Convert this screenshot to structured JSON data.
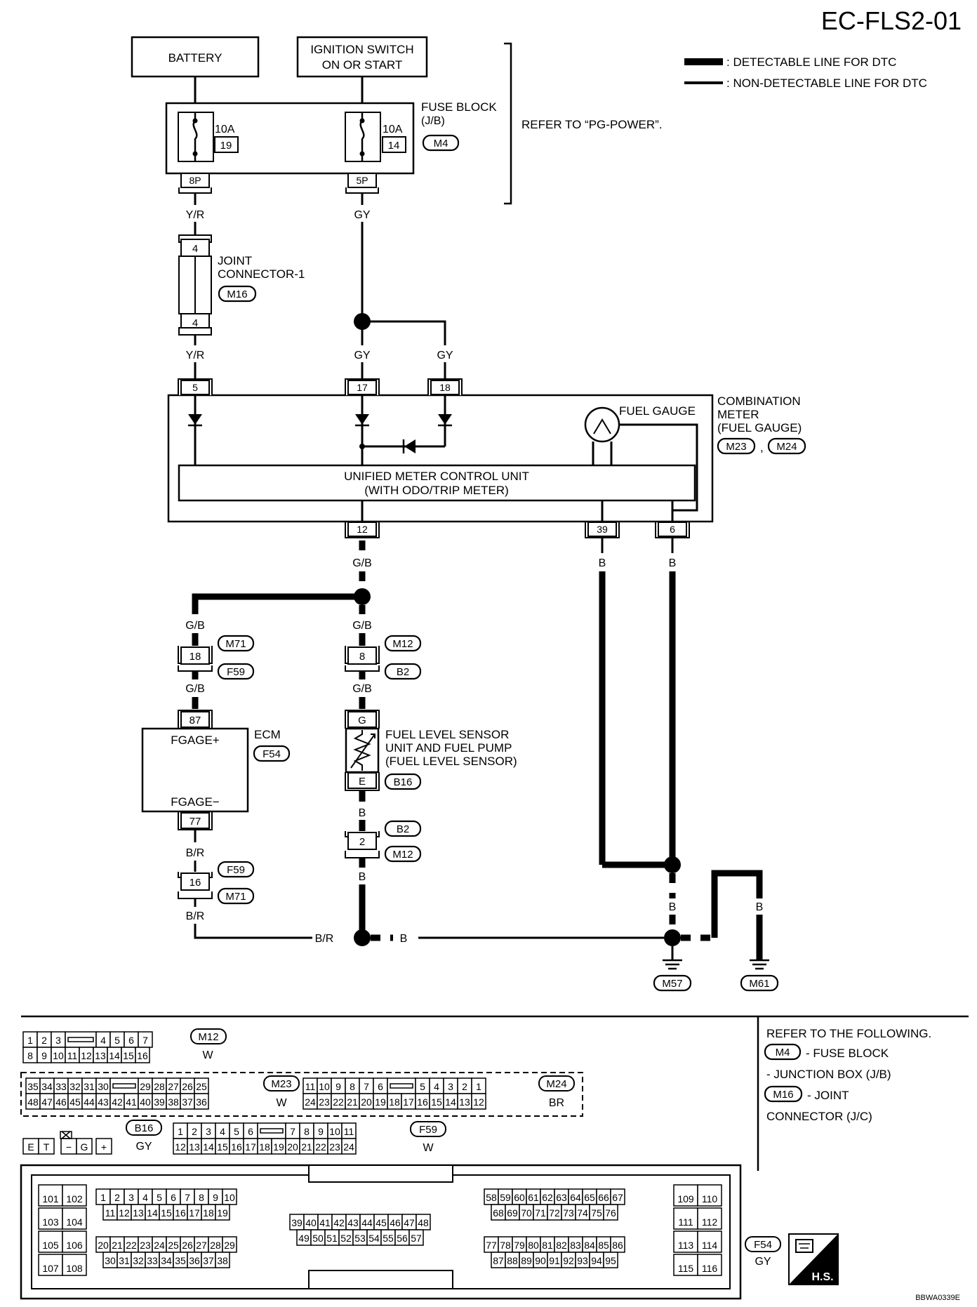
{
  "page": {
    "code": "EC-FLS2-01",
    "image_id": "BBWA0339E"
  },
  "legend": {
    "detectable": ": DETECTABLE LINE FOR DTC",
    "non_detectable": ": NON-DETECTABLE LINE FOR DTC"
  },
  "power": {
    "battery": "BATTERY",
    "ignition_l1": "IGNITION SWITCH",
    "ignition_l2": "ON OR START",
    "fuse_block_l1": "FUSE BLOCK",
    "fuse_block_l2": "(J/B)",
    "fuse_block_conn": "M4",
    "refer_power": "REFER TO “PG-POWER”.",
    "fuse1_amp": "10A",
    "fuse1_num": "19",
    "fuse2_amp": "10A",
    "fuse2_num": "14",
    "fuse1_pin": "8P",
    "fuse2_pin": "5P"
  },
  "wires": {
    "yr": "Y/R",
    "gy": "GY",
    "gb": "G/B",
    "b": "B",
    "br": "B/R"
  },
  "joint": {
    "label_l1": "JOINT",
    "label_l2": "CONNECTOR-1",
    "conn": "M16",
    "pin_top": "4",
    "pin_bottom": "4"
  },
  "meter": {
    "label_l1": "COMBINATION",
    "label_l2": "METER",
    "label_l3": "(FUEL GAUGE)",
    "conn1": "M23",
    "sep": ",",
    "conn2": "M24",
    "fuel_gauge": "FUEL GAUGE",
    "unit_l1": "UNIFIED METER CONTROL UNIT",
    "unit_l2": "(WITH ODO/TRIP METER)",
    "pin_5": "5",
    "pin_17": "17",
    "pin_18": "18",
    "pin_12": "12",
    "pin_39": "39",
    "pin_6": "6"
  },
  "harness": {
    "m71": "M71",
    "f59": "F59",
    "m12": "M12",
    "b2": "B2",
    "pin_18": "18",
    "pin_8": "8",
    "pin_2": "2",
    "pin_16": "16"
  },
  "ecm": {
    "label": "ECM",
    "conn": "F54",
    "fgage_plus": "FGAGE+",
    "fgage_minus": "FGAGE−",
    "pin_87": "87",
    "pin_77": "77"
  },
  "sensor": {
    "label_l1": "FUEL LEVEL SENSOR",
    "label_l2": "UNIT AND FUEL PUMP",
    "label_l3": "(FUEL LEVEL SENSOR)",
    "conn": "B16",
    "pin_g": "G",
    "pin_e": "E"
  },
  "grounds": {
    "m57": "M57",
    "m61": "M61"
  },
  "connectors": {
    "m12": {
      "name": "M12",
      "color": "W",
      "top": [
        "1",
        "2",
        "3",
        "",
        "4",
        "5",
        "6",
        "7"
      ],
      "bottom": [
        "8",
        "9",
        "10",
        "11",
        "12",
        "13",
        "14",
        "15",
        "16"
      ]
    },
    "m23": {
      "name": "M23",
      "color": "W",
      "top": [
        "35",
        "34",
        "33",
        "32",
        "31",
        "30",
        "",
        "29",
        "28",
        "27",
        "26",
        "25"
      ],
      "bottom": [
        "48",
        "47",
        "46",
        "45",
        "44",
        "43",
        "42",
        "41",
        "40",
        "39",
        "38",
        "37",
        "36"
      ]
    },
    "m24": {
      "name": "M24",
      "color": "BR",
      "top": [
        "11",
        "10",
        "9",
        "8",
        "7",
        "6",
        "",
        "5",
        "4",
        "3",
        "2",
        "1"
      ],
      "bottom": [
        "24",
        "23",
        "22",
        "21",
        "20",
        "19",
        "18",
        "17",
        "16",
        "15",
        "14",
        "13",
        "12"
      ]
    },
    "b16": {
      "name": "B16",
      "color": "GY",
      "pins": [
        "E",
        "T",
        "−",
        "G",
        "+"
      ]
    },
    "f59": {
      "name": "F59",
      "color": "W",
      "top": [
        "1",
        "2",
        "3",
        "4",
        "5",
        "6",
        "",
        "7",
        "8",
        "9",
        "10",
        "11"
      ],
      "bottom": [
        "12",
        "13",
        "14",
        "15",
        "16",
        "17",
        "18",
        "19",
        "20",
        "21",
        "22",
        "23",
        "24"
      ]
    },
    "f54": {
      "name": "F54",
      "color": "GY",
      "left_a": [
        "101",
        "102",
        "103",
        "104",
        "105",
        "106",
        "107",
        "108"
      ],
      "row1": [
        "1",
        "2",
        "3",
        "4",
        "5",
        "6",
        "7",
        "8",
        "9",
        "10"
      ],
      "row2": [
        "11",
        "12",
        "13",
        "14",
        "15",
        "16",
        "17",
        "18",
        "19"
      ],
      "row3": [
        "20",
        "21",
        "22",
        "23",
        "24",
        "25",
        "26",
        "27",
        "28",
        "29"
      ],
      "row4": [
        "30",
        "31",
        "32",
        "33",
        "34",
        "35",
        "36",
        "37",
        "38"
      ],
      "mid_top": [
        "39",
        "40",
        "41",
        "42",
        "43",
        "44",
        "45",
        "46",
        "47",
        "48"
      ],
      "mid_bottom": [
        "49",
        "50",
        "51",
        "52",
        "53",
        "54",
        "55",
        "56",
        "57"
      ],
      "row5": [
        "58",
        "59",
        "60",
        "61",
        "62",
        "63",
        "64",
        "65",
        "66",
        "67"
      ],
      "row6": [
        "68",
        "69",
        "70",
        "71",
        "72",
        "73",
        "74",
        "75",
        "76"
      ],
      "row7": [
        "77",
        "78",
        "79",
        "80",
        "81",
        "82",
        "83",
        "84",
        "85",
        "86"
      ],
      "row8": [
        "87",
        "88",
        "89",
        "90",
        "91",
        "92",
        "93",
        "94",
        "95"
      ],
      "right_a": [
        "109",
        "110",
        "111",
        "112",
        "113",
        "114",
        "115",
        "116"
      ]
    },
    "hs": "H.S."
  },
  "refer": {
    "title": "REFER TO THE FOLLOWING.",
    "m4": "M4",
    "m4_text": "- FUSE BLOCK",
    "m4_text2": "- JUNCTION BOX (J/B)",
    "m16": "M16",
    "m16_text": "- JOINT",
    "m16_text2": "CONNECTOR (J/C)"
  }
}
